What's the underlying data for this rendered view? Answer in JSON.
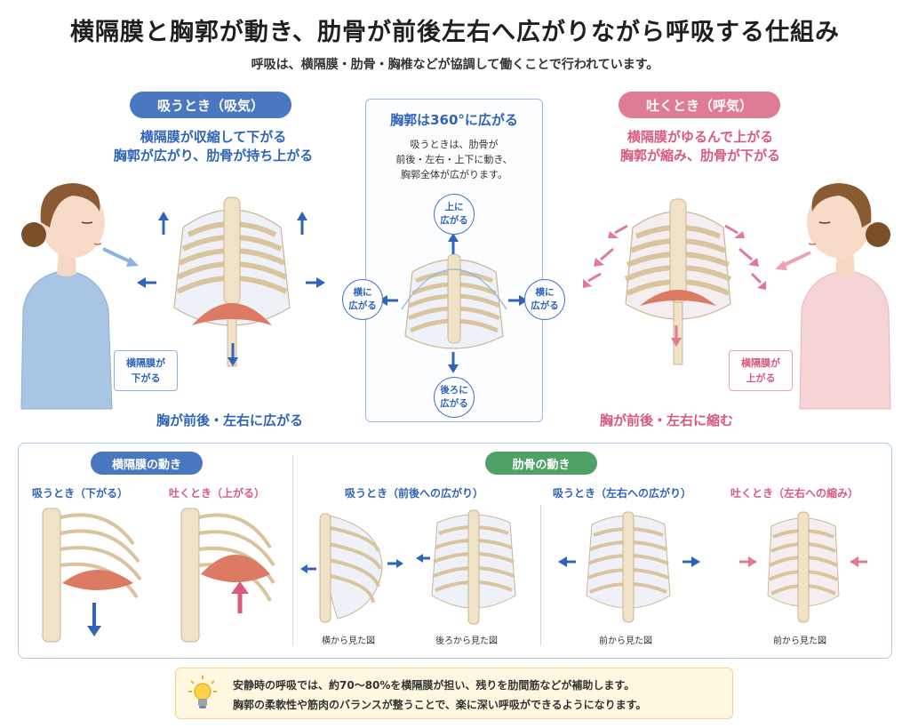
{
  "title": "横隔膜と胸郭が動き、肋骨が前後左右へ広がりながら呼吸する仕組み",
  "subtitle": "呼吸は、横隔膜・肋骨・胸椎などが協調して働くことで行われています。",
  "inhale": {
    "badge": "吸うとき（吸気）",
    "line1": "横隔膜が収縮して下がる",
    "line2": "胸郭が広がり、肋骨が持ち上がる",
    "tag_line1": "横隔膜が",
    "tag_line2": "下がる",
    "caption": "胸が前後・左右に広がる"
  },
  "center": {
    "title": "胸郭は360°に広がる",
    "desc1": "吸うときは、肋骨が",
    "desc2": "前後・左右・上下に動き、",
    "desc3": "胸郭全体が広がります。",
    "up_1": "上に",
    "up_2": "広がる",
    "left_1": "横に",
    "left_2": "広がる",
    "right_1": "横に",
    "right_2": "広がる",
    "back_1": "後ろに",
    "back_2": "広がる"
  },
  "exhale": {
    "badge": "吐くとき（呼気）",
    "line1": "横隔膜がゆるんで上がる",
    "line2": "胸郭が縮み、肋骨が下がる",
    "tag_line1": "横隔膜が",
    "tag_line2": "上がる",
    "caption": "胸が前後・左右に縮む"
  },
  "bottom": {
    "diaphragm_badge": "横隔膜の動き",
    "ribs_badge": "肋骨の動き",
    "d_inhale": "吸うとき（下がる）",
    "d_exhale": "吐くとき（上がる）",
    "r_inhale_fb": "吸うとき（前後への広がり）",
    "r_inhale_lr": "吸うとき（左右への広がり）",
    "r_exhale_lr": "吐くとき（左右への縮み）",
    "view_side": "横から見た図",
    "view_back": "後ろから見た図",
    "view_front1": "前から見た図",
    "view_front2": "前から見た図"
  },
  "tip": {
    "line1": "安静時の呼吸では、約70〜80%を横隔膜が担い、残りを肋間筋などが補助します。",
    "line2": "胸郭の柔軟性や筋肉のバランスが整うことで、楽に深い呼吸ができるようになります。"
  },
  "colors": {
    "accent_blue": "#4a78c0",
    "accent_pink": "#e07b94",
    "accent_green": "#4fa167",
    "bone": "#efe2c6",
    "diaphragm": "#dd7a64"
  }
}
